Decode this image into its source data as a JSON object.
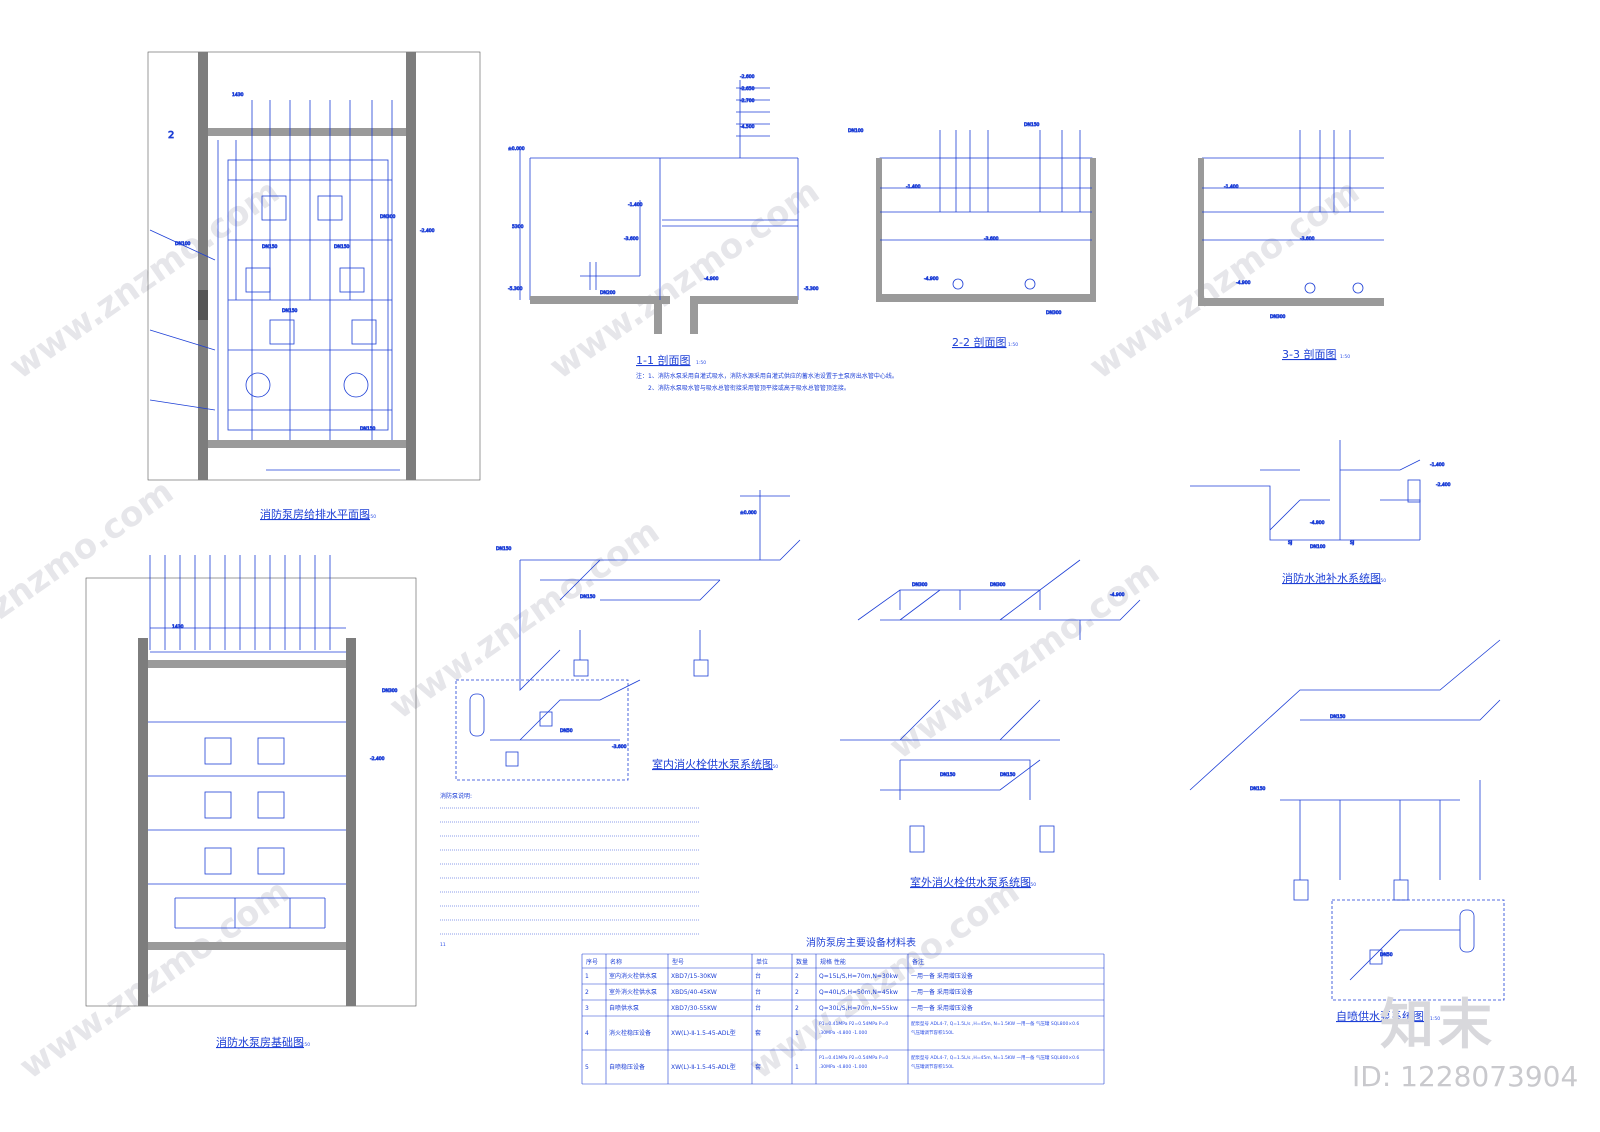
{
  "drawing": {
    "views": {
      "plan": "消防泵房给排水平面图",
      "plan_scale": "1:50",
      "foundation": "消防水泵房基础图",
      "foundation_scale": "1:50",
      "section_1": "1-1 剖面图",
      "section_1_scale": "1:50",
      "section_2": "2-2 剖面图",
      "section_2_scale": "1:50",
      "section_3": "3-3 剖面图",
      "section_3_scale": "1:50",
      "indoor_system": "室内消火栓供水泵系统图",
      "indoor_scale": "1:50",
      "outdoor_system": "室外消火栓供水泵系统图",
      "outdoor_scale": "1:50",
      "makeup_system": "消防水池补水系统图",
      "makeup_scale": "1:50",
      "spray_system": "自喷供水泵系统图",
      "spray_scale": "1:50"
    },
    "labels": {
      "dn100": "DN100",
      "dn150": "DN150",
      "dn200": "DN200",
      "dn300": "DN300",
      "dn50": "DN50",
      "sj": "SJ",
      "elev_2600": "-2.600",
      "elev_2650": "-2.650",
      "elev_2700": "-2.700",
      "elev_4500": "-4.500",
      "elev_4900": "-4.900",
      "elev_5300": "-5.300",
      "elev_3600": "-3.600",
      "elev_1400": "-1.400",
      "elev_2400": "-2.400",
      "elev_0000": "±0.000",
      "elev_4800": "-4.800",
      "grid_2": "2",
      "dim_1430": "1430",
      "dim_5300": "5300"
    },
    "section_notes": [
      "注：1、消防水泵采用自灌式吸水，消防水源采用自灌式供应的蓄水池设置于主泵房出水管中心线。",
      "2、消防水泵吸水管与吸水总管衔接采用管顶平接或高于吸水总管管顶连接。"
    ],
    "pump_notes_title": "消防泵说明:",
    "pump_notes_count": "11",
    "equipment_table": {
      "title": "消防泵房主要设备材料表",
      "headers": [
        "序号",
        "名称",
        "型号",
        "单位",
        "数量",
        "规格 性能",
        "备注"
      ],
      "rows": [
        {
          "no": "1",
          "name": "室内消火栓供水泵",
          "model": "XBD7/15-30KW",
          "unit": "台",
          "qty": "2",
          "spec": "Q=15L/S,H=70m,N=30kw",
          "note": "一用一备  采用增压设备"
        },
        {
          "no": "2",
          "name": "室外消火栓供水泵",
          "model": "XBD5/40-45KW",
          "unit": "台",
          "qty": "2",
          "spec": "Q=40L/S,H=50m,N=45kw",
          "note": "一用一备  采用增压设备"
        },
        {
          "no": "3",
          "name": "自喷供水泵",
          "model": "XBD7/30-55KW",
          "unit": "台",
          "qty": "2",
          "spec": "Q=30L/S,H=70m,N=55kw",
          "note": "一用一备  采用增压设备"
        },
        {
          "no": "4",
          "name": "消火栓稳压设备",
          "model": "XW(L)-Ⅱ-1.5-45-ADL型",
          "unit": "套",
          "qty": "1",
          "spec": "P1=0.41MPa  P2=0.54MPa  P=0.30MPa  -4.800  -1.000",
          "note": "配泵型号 ADL4-7, Q=1.5L/s ,H=45m, N=1.5KW 一用一备  气压罐 SQL800×0.6  气压罐调节容积150L"
        },
        {
          "no": "5",
          "name": "自喷稳压设备",
          "model": "XW(L)-Ⅱ-1.5-45-ADL型",
          "unit": "套",
          "qty": "1",
          "spec": "P1=0.41MPa  P2=0.54MPa  P=0.30MPa  -4.800  -1.000",
          "note": "配泵型号 ADL4-7, Q=1.5L/s ,H=45m, N=1.5KW 一用一备  气压罐 SQL800×0.6  气压罐调节容积150L"
        }
      ]
    },
    "watermark": {
      "brand": "知末",
      "site": "www.znzmo.com",
      "site_short": "znzmo.com",
      "id": "ID: 1228073904"
    },
    "colors": {
      "line": "#1d3fd6",
      "wall": "#7d7d7d",
      "hatch": "#9a9a9a",
      "watermark": "#e6e6ea"
    }
  }
}
